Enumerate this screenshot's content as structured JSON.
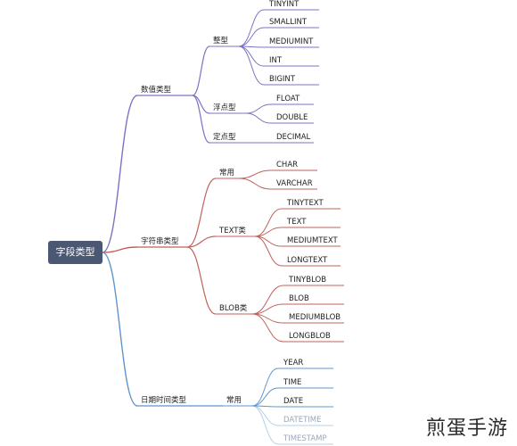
{
  "root": {
    "label": "字段类型"
  },
  "colors": {
    "numeric": "#7a73c4",
    "string": "#c0625a",
    "datetime": "#5e95cc",
    "root_bg": "#4b5873"
  },
  "categories": [
    {
      "label": "数值类型",
      "color": "numeric",
      "groups": [
        {
          "label": "整型",
          "items": [
            "TINYINT",
            "SMALLINT",
            "MEDIUMINT",
            "INT",
            "BIGINT"
          ]
        },
        {
          "label": "浮点型",
          "items": [
            "FLOAT",
            "DOUBLE"
          ]
        },
        {
          "label": "定点型",
          "items": [
            "DECIMAL"
          ]
        }
      ]
    },
    {
      "label": "字符串类型",
      "color": "string",
      "groups": [
        {
          "label": "常用",
          "items": [
            "CHAR",
            "VARCHAR"
          ]
        },
        {
          "label": "TEXT类",
          "items": [
            "TINYTEXT",
            "TEXT",
            "MEDIUMTEXT",
            "LONGTEXT"
          ]
        },
        {
          "label": "BLOB类",
          "items": [
            "TINYBLOB",
            "BLOB",
            "MEDIUMBLOB",
            "LONGBLOB"
          ]
        }
      ]
    },
    {
      "label": "日期时间类型",
      "color": "datetime",
      "groups": [
        {
          "label": "常用",
          "items": [
            "YEAR",
            "TIME",
            "DATE",
            "DATETIME",
            "TIMESTAMP"
          ]
        }
      ]
    }
  ],
  "watermark": "煎蛋手游"
}
